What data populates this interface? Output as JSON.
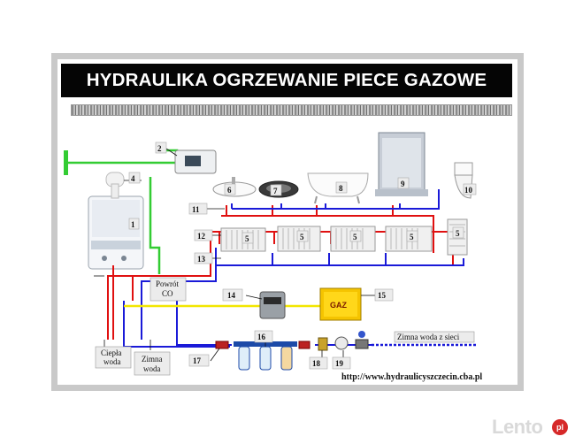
{
  "title": "HYDRAULIKA OGRZEWANIE PIECE GAZOWE",
  "labels": {
    "powrot": [
      "Powrót",
      "CO"
    ],
    "ciepla": [
      "Ciepła",
      "woda"
    ],
    "zimna": [
      "Zimna",
      "woda"
    ],
    "zimna_sieci": "Zimna woda z sieci",
    "gaz": "GAZ",
    "url": "http://www.hydraulicyszczecin.cba.pl"
  },
  "numbers": [
    "1",
    "2",
    "4",
    "5",
    "5",
    "5",
    "5",
    "5",
    "6",
    "7",
    "8",
    "9",
    "10",
    "11",
    "12",
    "13",
    "14",
    "15",
    "16",
    "17",
    "18",
    "19"
  ],
  "watermark": {
    "text": "Lento",
    "badge": "pl"
  },
  "colors": {
    "hot": "#e01010",
    "cold": "#1a1ad8",
    "gas": "#f2e600",
    "co": "#33cc33"
  }
}
